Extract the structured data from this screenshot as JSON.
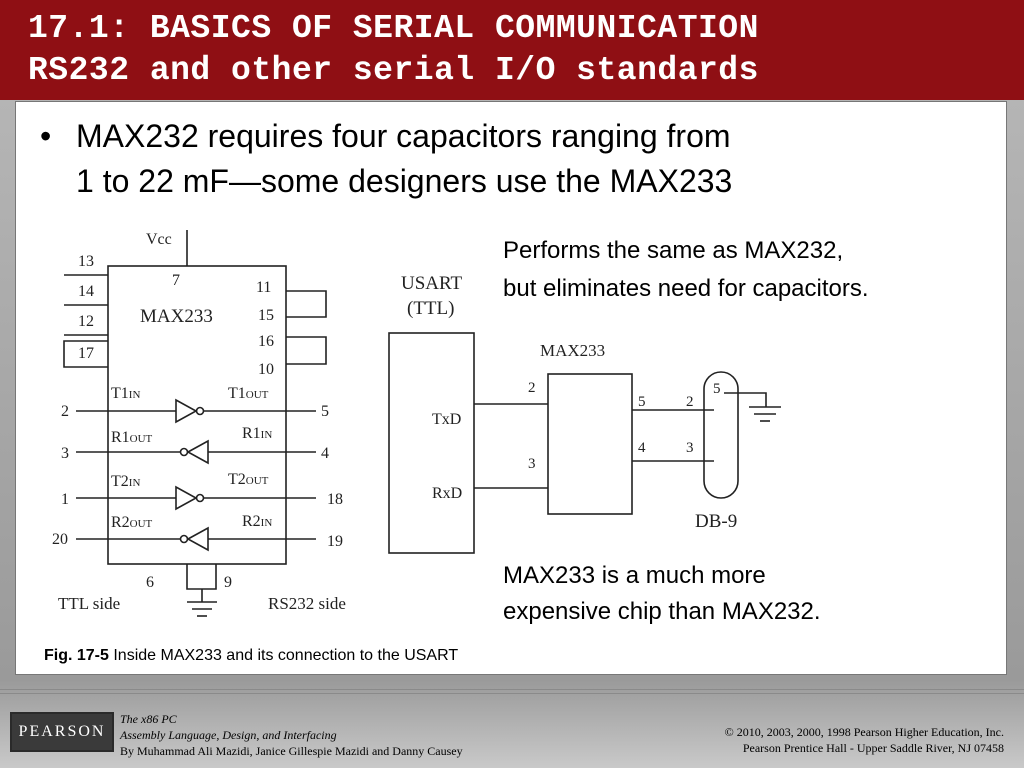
{
  "slide": {
    "title_line1": "17.1: BASICS OF SERIAL COMMUNICATION",
    "title_line2": "RS232 and other serial I/O standards",
    "bullet_symbol": "•",
    "bullet_line1": "MAX232 requires four capacitors ranging from",
    "bullet_line2": "1 to 22 mF—some designers use the MAX233"
  },
  "notes": {
    "note1_line1": "Performs the same as MAX232,",
    "note1_line2": "but eliminates need for capacitors.",
    "note2_line1": "MAX233 is a much more",
    "note2_line2": "expensive chip than MAX232."
  },
  "figure": {
    "caption_label": "Fig. 17-5",
    "caption_text": " Inside MAX233 and its connection to the USART",
    "chip": {
      "vcc": "Vcc",
      "chip_label": "MAX233",
      "pin_13": "13",
      "pin_14": "14",
      "pin_12": "12",
      "pin_17": "17",
      "pin_7": "7",
      "pin_11": "11",
      "pin_15": "15",
      "pin_16": "16",
      "pin_10": "10",
      "t1in": "T1",
      "t1in_sub": "IN",
      "t1out": "T1",
      "t1out_sub": "OUT",
      "r1out": "R1",
      "r1out_sub": "OUT",
      "r1in": "R1",
      "r1in_sub": "IN",
      "t2in": "T2",
      "t2in_sub": "IN",
      "t2out": "T2",
      "t2out_sub": "OUT",
      "r2out": "R2",
      "r2out_sub": "OUT",
      "r2in": "R2",
      "r2in_sub": "IN",
      "pin_2": "2",
      "pin_5": "5",
      "pin_3": "3",
      "pin_4": "4",
      "pin_1": "1",
      "pin_18": "18",
      "pin_20": "20",
      "pin_19": "19",
      "pin_6": "6",
      "pin_9": "9",
      "ttl_side": "TTL side",
      "rs232_side": "RS232 side"
    },
    "connection": {
      "usart_line1": "USART",
      "usart_line2": "(TTL)",
      "txd": "TxD",
      "rxd": "RxD",
      "max233": "MAX233",
      "pin_2": "2",
      "pin_3": "3",
      "pin_5": "5",
      "pin_4": "4",
      "db_2": "2",
      "db_3": "3",
      "db_5": "5",
      "db9": "DB-9"
    }
  },
  "footer": {
    "logo": "PEARSON",
    "book_title": "The x86 PC",
    "book_subtitle": "Assembly Language, Design, and Interfacing",
    "authors": "By Muhammad Ali Mazidi, Janice Gillespie Mazidi and Danny Causey",
    "copyright": "© 2010, 2003, 2000, 1998 Pearson Higher Education, Inc.",
    "publisher": "Pearson Prentice Hall - Upper Saddle River, NJ 07458"
  }
}
